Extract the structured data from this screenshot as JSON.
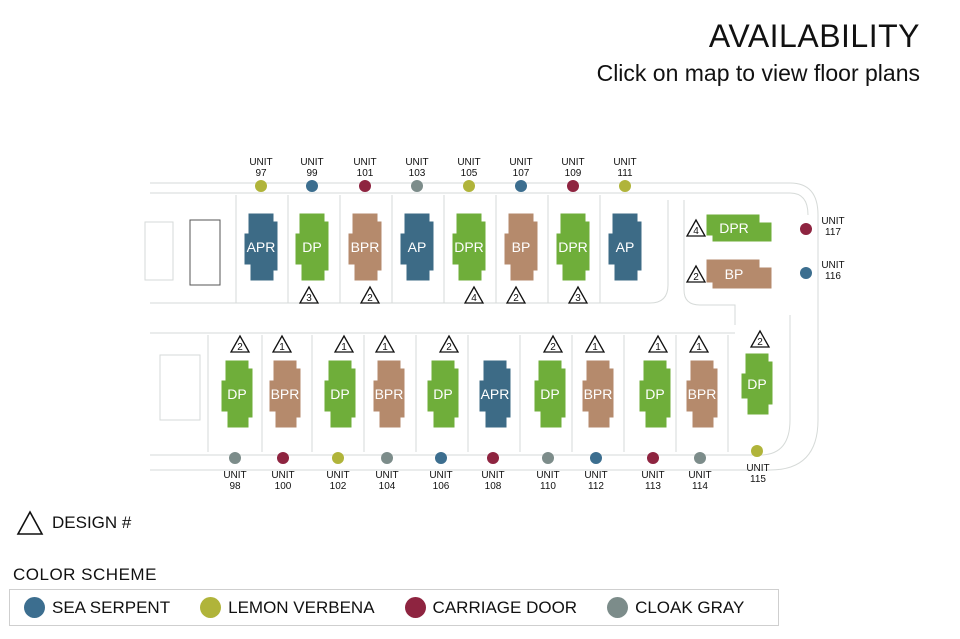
{
  "header": {
    "title": "AVAILABILITY",
    "subtitle": "Click on map to view floor plans"
  },
  "colors": {
    "sea_serpent": "#3c6e8f",
    "lemon_verbena": "#b0b43a",
    "carriage_door": "#8e2440",
    "cloak_gray": "#7c8c8a",
    "plan_green": "#6fae3a",
    "plan_tan": "#b58a6c",
    "plan_blue": "#3d6b86"
  },
  "unit_label": "UNIT",
  "top_units": [
    {
      "number": "97",
      "color": "lemon_verbena",
      "plan": "APR",
      "plan_color": "plan_blue",
      "design": ""
    },
    {
      "number": "99",
      "color": "sea_serpent",
      "plan": "DP",
      "plan_color": "plan_green",
      "design": "3"
    },
    {
      "number": "101",
      "color": "carriage_door",
      "plan": "BPR",
      "plan_color": "plan_tan",
      "design": "2"
    },
    {
      "number": "103",
      "color": "cloak_gray",
      "plan": "AP",
      "plan_color": "plan_blue",
      "design": ""
    },
    {
      "number": "105",
      "color": "lemon_verbena",
      "plan": "DPR",
      "plan_color": "plan_green",
      "design": "4"
    },
    {
      "number": "107",
      "color": "sea_serpent",
      "plan": "BP",
      "plan_color": "plan_tan",
      "design": "2"
    },
    {
      "number": "109",
      "color": "carriage_door",
      "plan": "DPR",
      "plan_color": "plan_green",
      "design": "3"
    },
    {
      "number": "111",
      "color": "lemon_verbena",
      "plan": "AP",
      "plan_color": "plan_blue",
      "design": ""
    }
  ],
  "side_units": [
    {
      "number": "117",
      "color": "carriage_door",
      "plan": "DPR",
      "plan_color": "plan_green",
      "design": "4"
    },
    {
      "number": "116",
      "color": "sea_serpent",
      "plan": "BP",
      "plan_color": "plan_tan",
      "design": "2"
    }
  ],
  "bottom_units": [
    {
      "number": "98",
      "color": "cloak_gray",
      "plan": "DP",
      "plan_color": "plan_green",
      "design": "2"
    },
    {
      "number": "100",
      "color": "carriage_door",
      "plan": "BPR",
      "plan_color": "plan_tan",
      "design": "1"
    },
    {
      "number": "102",
      "color": "lemon_verbena",
      "plan": "DP",
      "plan_color": "plan_green",
      "design": "1"
    },
    {
      "number": "104",
      "color": "cloak_gray",
      "plan": "BPR",
      "plan_color": "plan_tan",
      "design": "1"
    },
    {
      "number": "106",
      "color": "sea_serpent",
      "plan": "DP",
      "plan_color": "plan_green",
      "design": "2"
    },
    {
      "number": "108",
      "color": "carriage_door",
      "plan": "APR",
      "plan_color": "plan_blue",
      "design": ""
    },
    {
      "number": "110",
      "color": "cloak_gray",
      "plan": "DP",
      "plan_color": "plan_green",
      "design": "2"
    },
    {
      "number": "112",
      "color": "sea_serpent",
      "plan": "BPR",
      "plan_color": "plan_tan",
      "design": "1"
    },
    {
      "number": "113",
      "color": "carriage_door",
      "plan": "DP",
      "plan_color": "plan_green",
      "design": "1"
    },
    {
      "number": "114",
      "color": "cloak_gray",
      "plan": "BPR",
      "plan_color": "plan_tan",
      "design": "1"
    },
    {
      "number": "115",
      "color": "lemon_verbena",
      "plan": "DP",
      "plan_color": "plan_green",
      "design": "2"
    }
  ],
  "legend": {
    "design_label": "DESIGN #",
    "color_scheme_title": "COLOR SCHEME",
    "swatches": [
      {
        "name": "SEA SERPENT",
        "color": "sea_serpent"
      },
      {
        "name": "LEMON VERBENA",
        "color": "lemon_verbena"
      },
      {
        "name": "CARRIAGE DOOR",
        "color": "carriage_door"
      },
      {
        "name": "CLOAK GRAY",
        "color": "cloak_gray"
      }
    ]
  }
}
